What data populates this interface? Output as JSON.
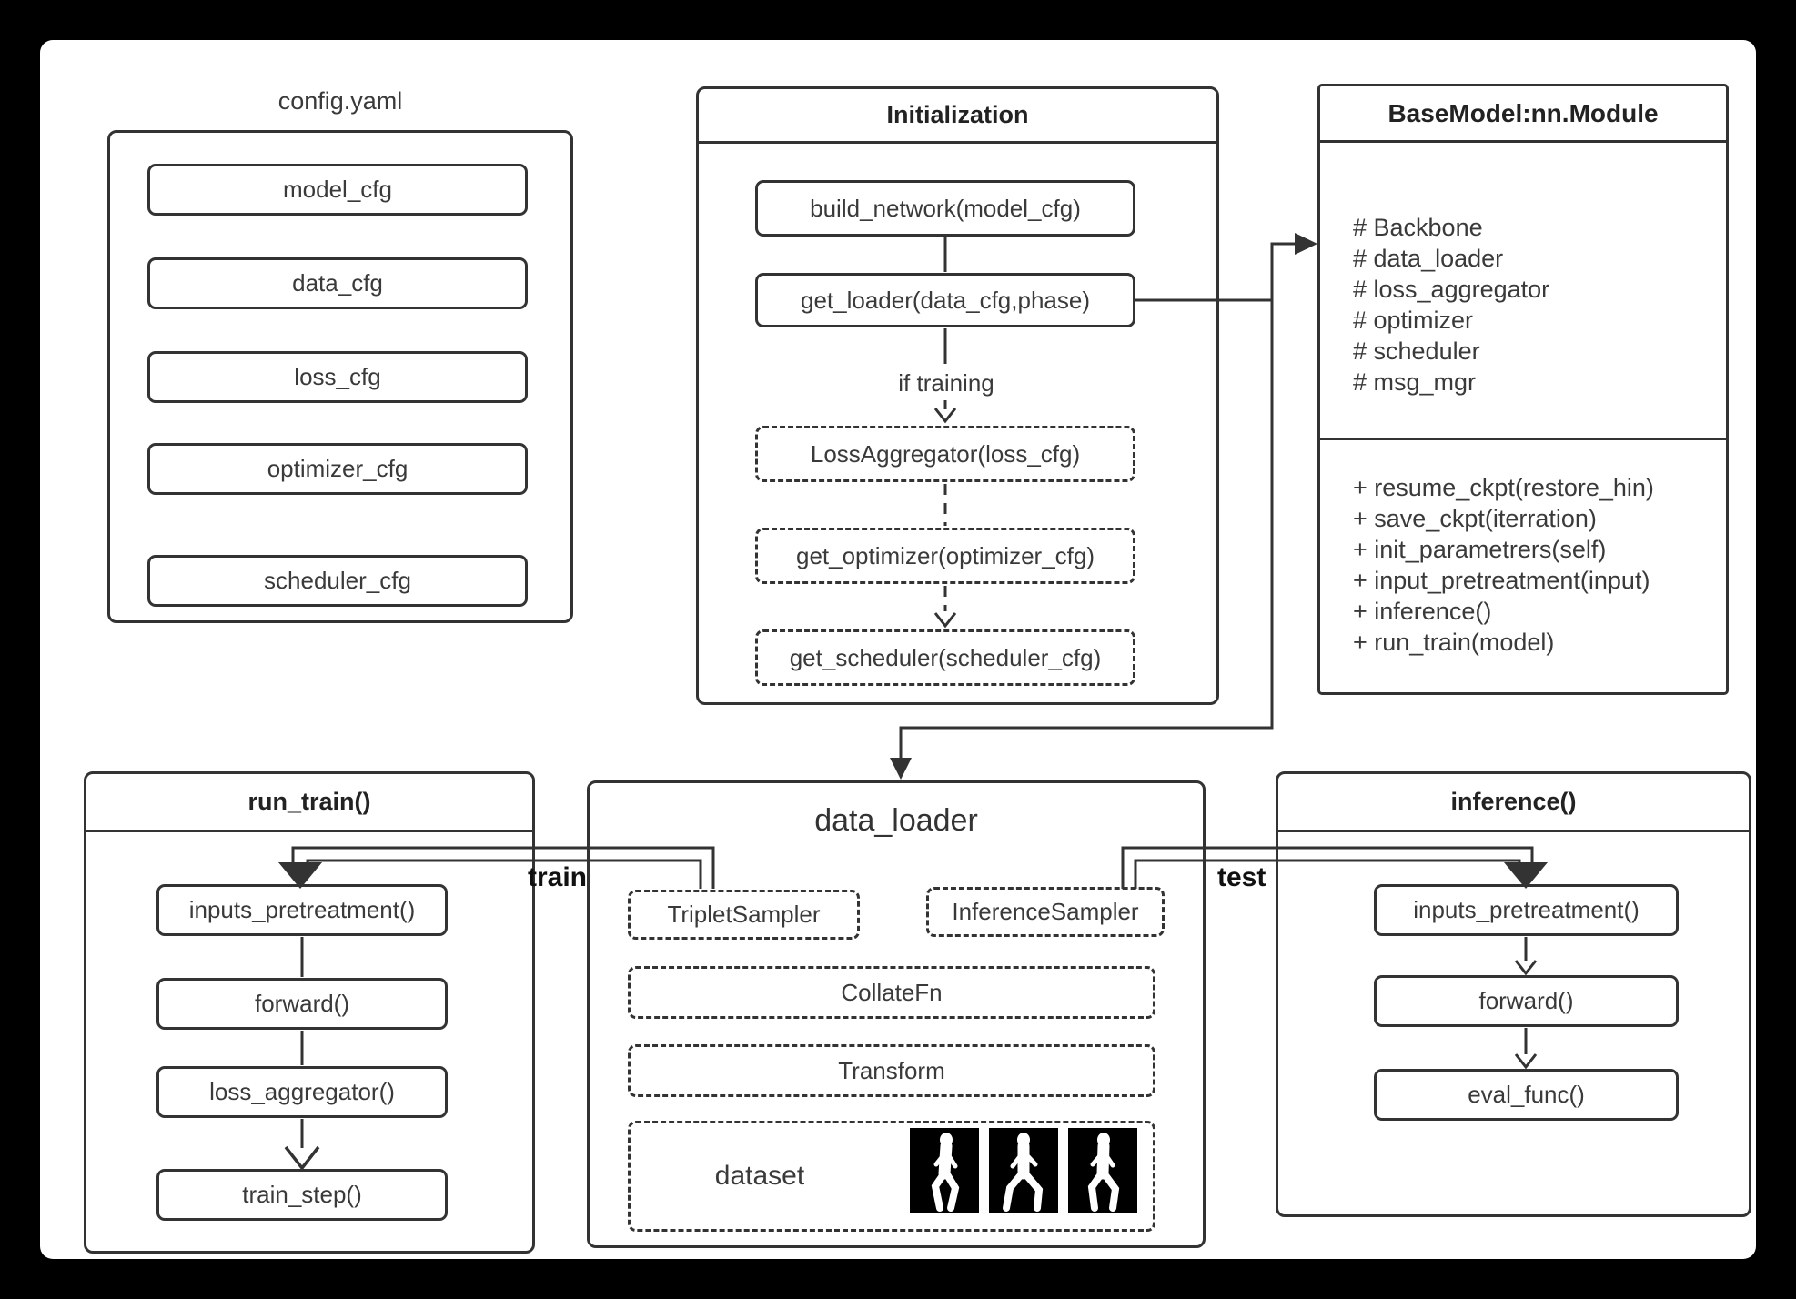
{
  "colors": {
    "background": "#000000",
    "canvas": "#ffffff",
    "line": "#333333",
    "text": "#3a3a3a"
  },
  "config_group": {
    "title": "config.yaml",
    "items": [
      "model_cfg",
      "data_cfg",
      "loss_cfg",
      "optimizer_cfg",
      "scheduler_cfg"
    ]
  },
  "initialization": {
    "title": "Initialization",
    "build_network": "build_network(model_cfg)",
    "get_loader": "get_loader(data_cfg,phase)",
    "condition": "if training",
    "loss_aggregator": "LossAggregator(loss_cfg)",
    "get_optimizer": "get_optimizer(optimizer_cfg)",
    "get_scheduler": "get_scheduler(scheduler_cfg)"
  },
  "base_model": {
    "title": "BaseModel:nn.Module",
    "fields": [
      "# Backbone",
      "# data_loader",
      "# loss_aggregator",
      "# optimizer",
      "# scheduler",
      "# msg_mgr"
    ],
    "methods": [
      "+ resume_ckpt(restore_hin)",
      "+ save_ckpt(iterration)",
      "+ init_parametrers(self)",
      "+ input_pretreatment(input)",
      "+ inference()",
      "+ run_train(model)"
    ]
  },
  "flow_labels": {
    "train": "train",
    "test": "test"
  },
  "run_train": {
    "title": "run_train()",
    "steps": [
      "inputs_pretreatment()",
      "forward()",
      "loss_aggregator()",
      "train_step()"
    ]
  },
  "data_loader": {
    "title": "data_loader",
    "triplet_sampler": "TripletSampler",
    "inference_sampler": "InferenceSampler",
    "collate_fn": "CollateFn",
    "transform": "Transform",
    "dataset": "dataset",
    "dataset_icon": "walking-person-silhouette"
  },
  "inference": {
    "title": "inference()",
    "steps": [
      "inputs_pretreatment()",
      "forward()",
      "eval_func()"
    ]
  }
}
